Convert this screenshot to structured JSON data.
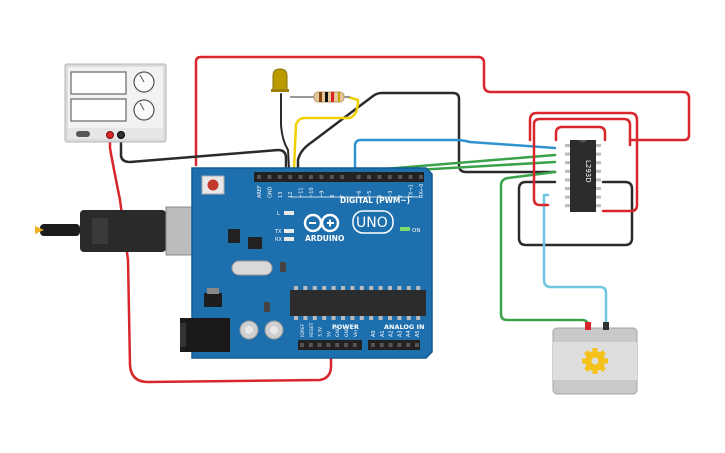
{
  "colors": {
    "red_wire": "#d9262c",
    "black_wire": "#2b2b2b",
    "blue_wire": "#2f93d0",
    "green_wire": "#3aa24a",
    "yellow_wire": "#f0d000",
    "lightblue_wire": "#6fc6e0",
    "board": "#1d6fae",
    "board_dark": "#165b91",
    "chip": "#2c2c2c",
    "motor_body": "#c9c9c9",
    "gear": "#f4c21a",
    "psu_panel": "#f2f2f2",
    "led": "#b99b00"
  },
  "arduino": {
    "logo_text": "UNO",
    "brand": "ARDUINO",
    "digital_label": "DIGITAL (PWM~)",
    "on_label": "ON",
    "power_label": "POWER",
    "analog_label": "ANALOG IN",
    "led_l": "L",
    "led_tx": "TX",
    "led_rx": "RX",
    "top_pins": [
      "AREF",
      "GND",
      "13",
      "12",
      "~11",
      "~10",
      "~9",
      "8",
      "7",
      "~6",
      "~5",
      "4",
      "~3",
      "2",
      "TX→1",
      "RX←0"
    ],
    "power_pins": [
      "IOREF",
      "RESET",
      "3.3V",
      "5V",
      "GND",
      "GND",
      "Vin"
    ],
    "analog_pins": [
      "A0",
      "A1",
      "A2",
      "A3",
      "A4",
      "A5"
    ]
  },
  "driver_chip": {
    "label": "L293D"
  },
  "components": {
    "power_supply": "power-supply",
    "usb_cable": "usb-cable",
    "led": "led",
    "resistor": "resistor",
    "motor": "dc-motor"
  }
}
